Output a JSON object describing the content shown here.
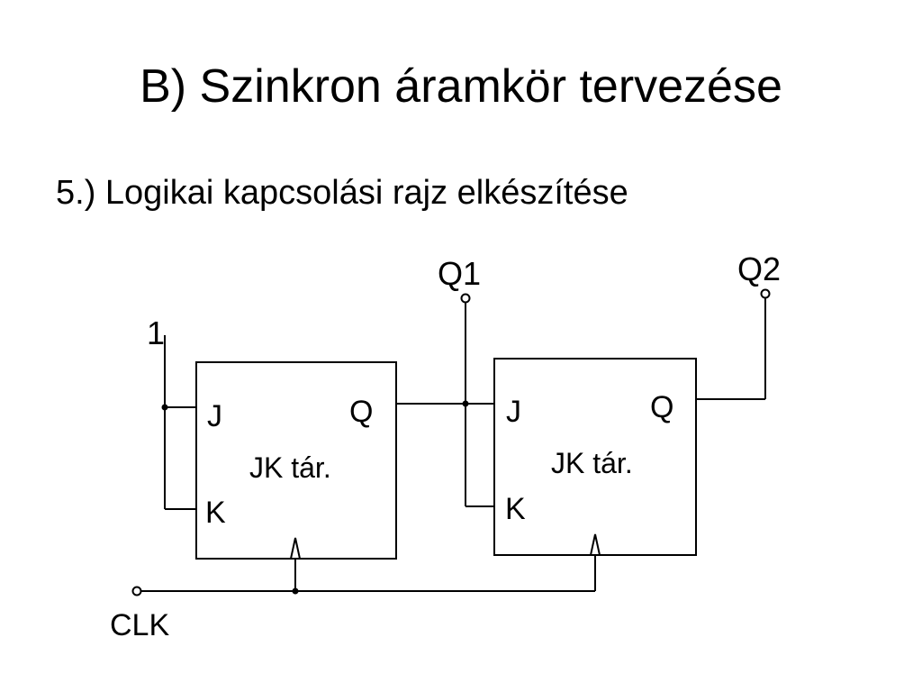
{
  "slide": {
    "title": "B) Szinkron áramkör tervezése",
    "subtitle": "5.) Logikai kapcsolási rajz elkészítése"
  },
  "diagram": {
    "const_input_label": "1",
    "clk_label": "CLK",
    "output1_label": "Q1",
    "output2_label": "Q2",
    "flipflops": [
      {
        "j_label": "J",
        "k_label": "K",
        "q_label": "Q",
        "name": "JK tár."
      },
      {
        "j_label": "J",
        "k_label": "K",
        "q_label": "Q",
        "name": "JK tár."
      }
    ]
  }
}
